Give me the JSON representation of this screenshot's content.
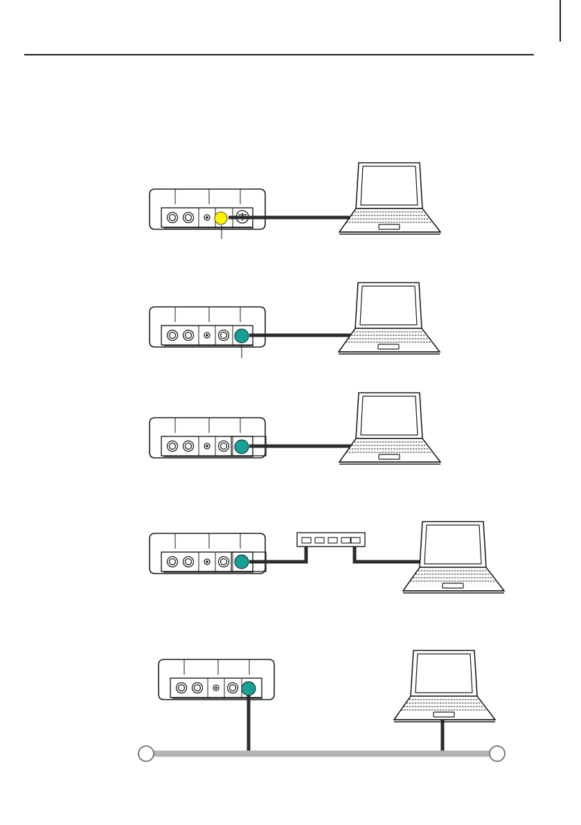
{
  "colors": {
    "line": "#1a1a1a",
    "cable": "#2b2b2b",
    "usb_port": "#fff200",
    "lan_port": "#15a195",
    "network_bus": "#b3b3b3",
    "background": "#ffffff"
  },
  "icons": {
    "device": "measurement-instrument-icon",
    "computer": "laptop-icon",
    "hub": "network-hub-icon",
    "terminator": "bus-terminator-icon"
  },
  "diagrams": [
    {
      "id": "usb-connection",
      "port": "usb",
      "link": "direct"
    },
    {
      "id": "lan-direct-connection-1",
      "port": "lan",
      "link": "direct"
    },
    {
      "id": "lan-direct-connection-2",
      "port": "lan",
      "link": "direct"
    },
    {
      "id": "lan-hub-connection",
      "port": "lan",
      "link": "hub"
    },
    {
      "id": "lan-network-connection",
      "port": "lan",
      "link": "bus"
    }
  ]
}
